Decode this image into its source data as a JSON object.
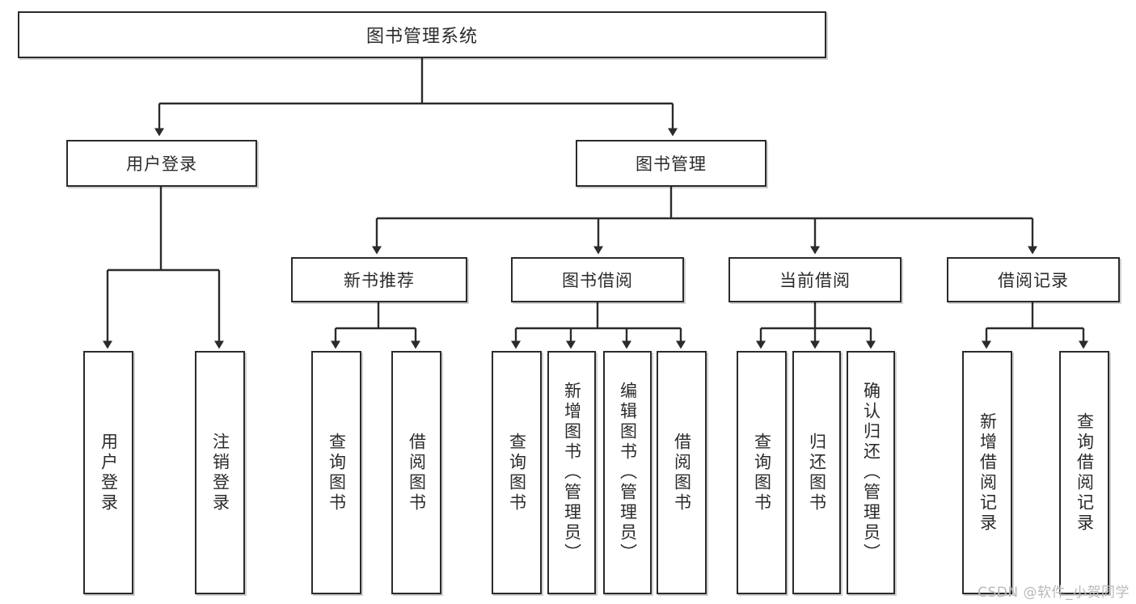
{
  "diagram": {
    "type": "tree",
    "title": "图书管理系统",
    "root": {
      "id": "root",
      "label": "图书管理系统"
    },
    "level2": [
      {
        "id": "user-login",
        "label": "用户登录"
      },
      {
        "id": "book-manage",
        "label": "图书管理"
      }
    ],
    "level3": [
      {
        "id": "new-book-rec",
        "label": "新书推荐",
        "parent": "book-manage"
      },
      {
        "id": "book-borrow",
        "label": "图书借阅",
        "parent": "book-manage"
      },
      {
        "id": "current-borrow",
        "label": "当前借阅",
        "parent": "book-manage"
      },
      {
        "id": "borrow-record",
        "label": "借阅记录",
        "parent": "book-manage"
      }
    ],
    "leaves": [
      {
        "id": "leaf-user-login",
        "label": "用户登录",
        "parent": "user-login"
      },
      {
        "id": "leaf-user-logout",
        "label": "注销登录",
        "parent": "user-login"
      },
      {
        "id": "leaf-query-book-1",
        "label": "查询图书",
        "parent": "new-book-rec"
      },
      {
        "id": "leaf-borrow-book-1",
        "label": "借阅图书",
        "parent": "new-book-rec"
      },
      {
        "id": "leaf-query-book-2",
        "label": "查询图书",
        "parent": "book-borrow"
      },
      {
        "id": "leaf-add-book",
        "label": "新增图书（管理员）",
        "parent": "book-borrow"
      },
      {
        "id": "leaf-edit-book",
        "label": "编辑图书（管理员）",
        "parent": "book-borrow"
      },
      {
        "id": "leaf-borrow-book-2",
        "label": "借阅图书",
        "parent": "book-borrow"
      },
      {
        "id": "leaf-query-book-3",
        "label": "查询图书",
        "parent": "current-borrow"
      },
      {
        "id": "leaf-return-book",
        "label": "归还图书",
        "parent": "current-borrow"
      },
      {
        "id": "leaf-confirm-return",
        "label": "确认归还（管理员）",
        "parent": "current-borrow"
      },
      {
        "id": "leaf-add-record",
        "label": "新增借阅记录",
        "parent": "borrow-record"
      },
      {
        "id": "leaf-query-record",
        "label": "查询借阅记录",
        "parent": "borrow-record"
      }
    ],
    "colors": {
      "stroke": "#2b2b2b",
      "fill": "#ffffff",
      "background": "#ffffff",
      "watermark": "#b9b9b9"
    }
  },
  "watermark": {
    "text": "CSDN @软件_小贺同学"
  }
}
